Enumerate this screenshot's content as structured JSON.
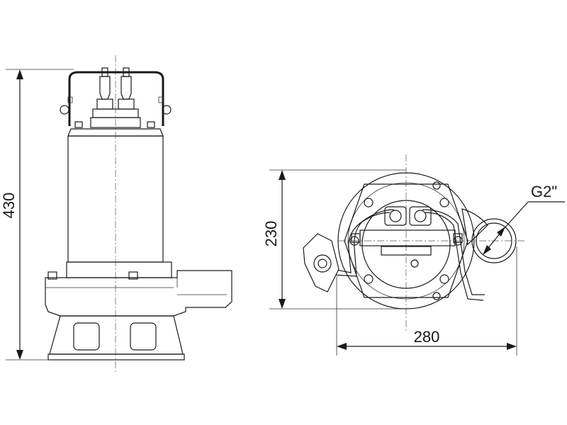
{
  "dimensions": {
    "height_label": "430",
    "plan_depth_label": "230",
    "plan_width_label": "280",
    "outlet_label": "G2\""
  },
  "colors": {
    "line": "#1a1a1a",
    "background": "#ffffff"
  }
}
